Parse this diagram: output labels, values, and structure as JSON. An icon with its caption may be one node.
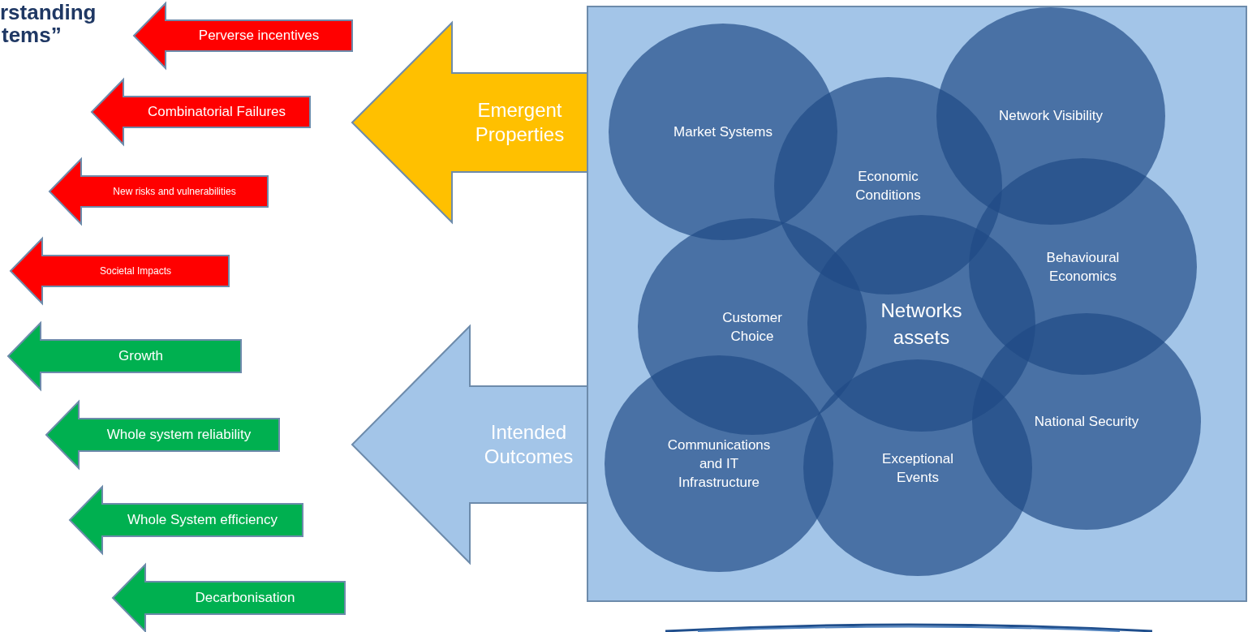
{
  "diagram": {
    "nodes": [
      {
        "text": [
          "Perverse incentives"
        ]
      },
      {
        "text": [
          "Combinatorial Failures"
        ]
      },
      {
        "text": [
          "New risks and vulnerabilities"
        ]
      },
      {
        "text": [
          "Societal Impacts"
        ]
      },
      {
        "text": [
          "Growth"
        ]
      },
      {
        "text": [
          "Whole system reliability"
        ]
      },
      {
        "text": [
          "Whole System efficiency"
        ]
      },
      {
        "text": [
          "Decarbonisation"
        ]
      },
      {
        "text": [
          "Emergent Properties"
        ]
      },
      {
        "text": [
          "Intended Outcomes"
        ]
      },
      {
        "text": [],
        "shape": "box"
      },
      {
        "text": [
          "Market Systems"
        ],
        "in": 10
      },
      {
        "text": [
          "Network Visibility"
        ],
        "in": 10
      },
      {
        "text": [
          "Economic Conditions"
        ],
        "in": 10
      },
      {
        "text": [
          "Behavioural Economics"
        ],
        "in": 10
      },
      {
        "text": [
          "Customer Choice"
        ],
        "in": 10
      },
      {
        "text": [
          "Networks assets"
        ],
        "in": 10
      },
      {
        "text": [
          "National Security"
        ],
        "in": 10
      },
      {
        "text": [
          "Communications and IT Infrastructure"
        ],
        "in": 10
      },
      {
        "text": [
          "Exceptional Events"
        ],
        "in": 10
      }
    ],
    "labels": [
      "rstanding",
      "tems”"
    ]
  }
}
